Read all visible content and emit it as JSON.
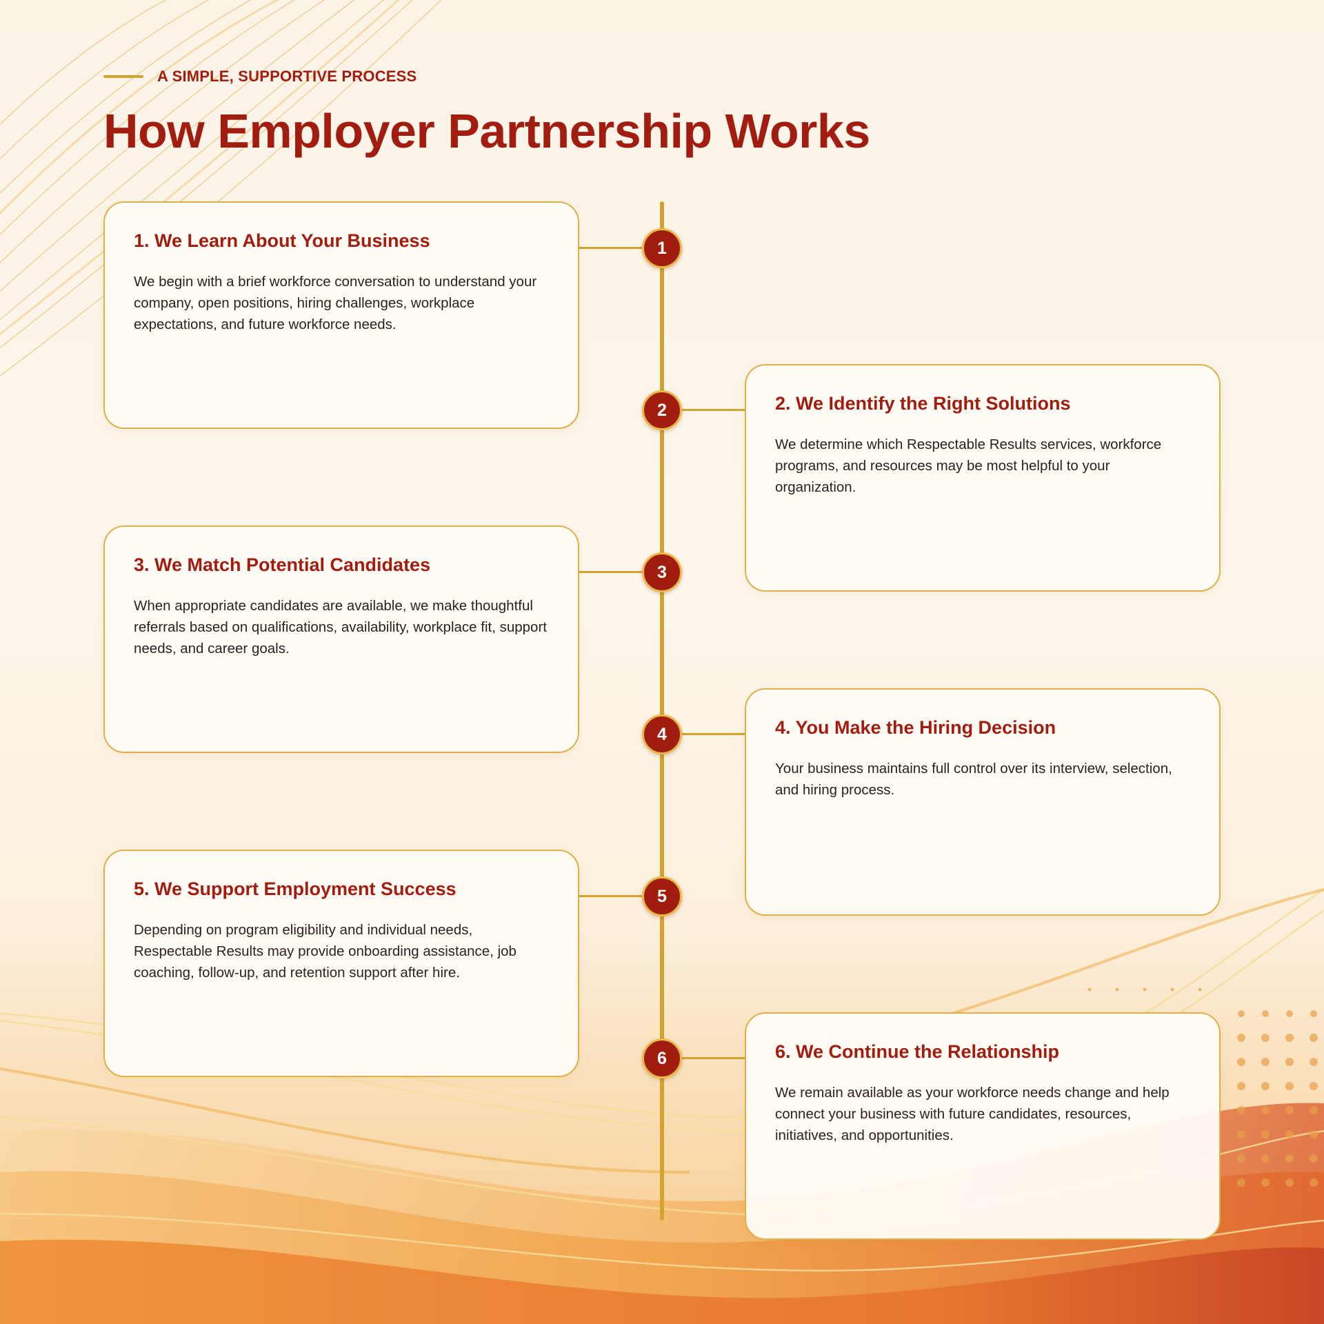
{
  "header": {
    "eyebrow": "A SIMPLE, SUPPORTIVE PROCESS",
    "title": "How Employer Partnership Works"
  },
  "colors": {
    "accent_red": "#a11d10",
    "accent_gold": "#d4a32c",
    "card_bg": "#fffbf5",
    "text_dark": "#2a2220"
  },
  "steps": [
    {
      "number": "1",
      "title": "1. We Learn About Your Business",
      "description": "We begin with a brief workforce conversation to understand your company, open positions, hiring challenges, workplace expectations, and future workforce needs."
    },
    {
      "number": "2",
      "title": "2. We Identify the Right Solutions",
      "description": "We determine which Respectable Results services, workforce programs, and resources may be most helpful to your organization."
    },
    {
      "number": "3",
      "title": "3. We Match Potential Candidates",
      "description": "When appropriate candidates are available, we make thoughtful referrals based on qualifications, availability, workplace fit, support needs, and career goals."
    },
    {
      "number": "4",
      "title": "4. You Make the Hiring Decision",
      "description": "Your business maintains full control over its interview, selection, and hiring process."
    },
    {
      "number": "5",
      "title": "5. We Support Employment Success",
      "description": "Depending on program eligibility and individual needs, Respectable Results may provide onboarding assistance, job coaching, follow-up, and retention support after hire."
    },
    {
      "number": "6",
      "title": "6. We Continue the Relationship",
      "description": "We remain available as your workforce needs change and help connect your business with future candidates, resources, initiatives, and opportunities."
    }
  ]
}
